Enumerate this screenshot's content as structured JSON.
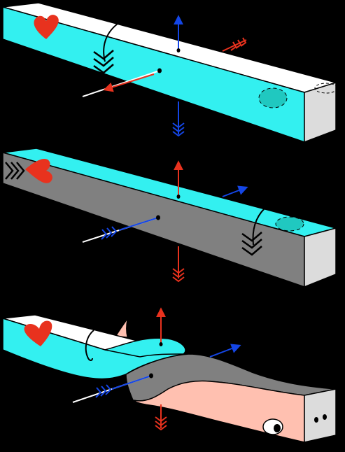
{
  "figure": {
    "panels": [
      {
        "id": "top",
        "front_face_color": "#33f0f0",
        "top_face_color": "#ffffff",
        "end_face_color": "#dcdcdc",
        "symbols": [
          "heart",
          "tail-fletching",
          "spot",
          "arrow-up",
          "arrow-down",
          "arrow-through",
          "arrow-side"
        ]
      },
      {
        "id": "middle",
        "front_face_color": "#808080",
        "top_face_color": "#33f0f0",
        "end_face_color": "#dcdcdc",
        "symbols": [
          "heart",
          "tail-fletching",
          "spot",
          "arrow-up",
          "arrow-down",
          "arrow-through",
          "arrow-side"
        ]
      },
      {
        "id": "bottom",
        "front_face_color": "#33f0f0",
        "twisted_face_color": "#808080",
        "belly_color": "#ffc0b0",
        "end_face_color": "#dcdcdc",
        "symbols": [
          "heart",
          "fin",
          "ear",
          "eye",
          "nose",
          "mustache",
          "arrow-up",
          "arrow-down",
          "arrow-through",
          "arrow-side"
        ]
      }
    ],
    "colors": {
      "background": "#000000",
      "outline": "#000000",
      "red_arrow": "#e8321e",
      "blue_arrow": "#1446e6",
      "white_arrow": "#ffffff",
      "heart": "#e8321e",
      "spot": "#20c8c0"
    }
  }
}
